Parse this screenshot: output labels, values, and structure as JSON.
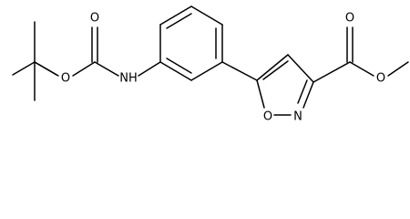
{
  "atoms": {
    "o_carbamate_ester": "O",
    "o_carbamate_carbonyl": "O",
    "nh": "NH",
    "o_isoxazole_ring": "O",
    "n_isoxazole_ring": "N",
    "o_ester_carbonyl": "O",
    "o_ester_single": "O"
  }
}
